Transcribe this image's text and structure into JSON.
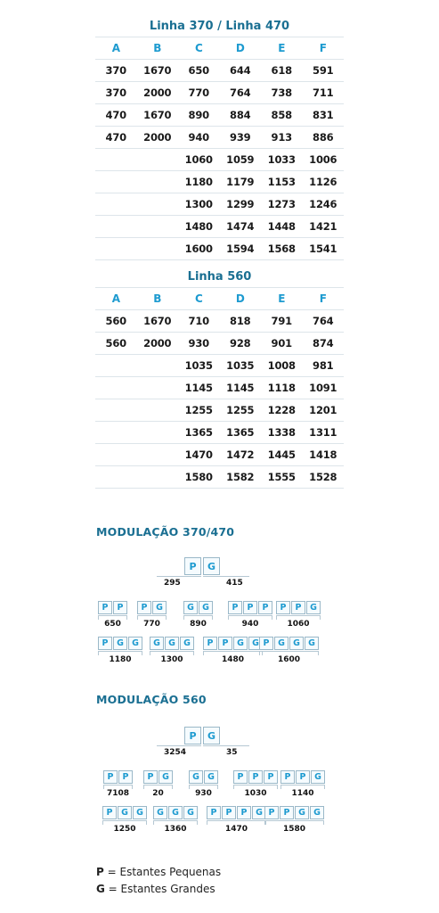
{
  "table1": {
    "title": "Linha 370 / Linha 470",
    "headers": [
      "A",
      "B",
      "C",
      "D",
      "E",
      "F"
    ],
    "rows": [
      [
        "370",
        "1670",
        "650",
        "644",
        "618",
        "591"
      ],
      [
        "370",
        "2000",
        "770",
        "764",
        "738",
        "711"
      ],
      [
        "470",
        "1670",
        "890",
        "884",
        "858",
        "831"
      ],
      [
        "470",
        "2000",
        "940",
        "939",
        "913",
        "886"
      ],
      [
        "",
        "",
        "1060",
        "1059",
        "1033",
        "1006"
      ],
      [
        "",
        "",
        "1180",
        "1179",
        "1153",
        "1126"
      ],
      [
        "",
        "",
        "1300",
        "1299",
        "1273",
        "1246"
      ],
      [
        "",
        "",
        "1480",
        "1474",
        "1448",
        "1421"
      ],
      [
        "",
        "",
        "1600",
        "1594",
        "1568",
        "1541"
      ]
    ]
  },
  "table2": {
    "title": "Linha 560",
    "headers": [
      "A",
      "B",
      "C",
      "D",
      "E",
      "F"
    ],
    "rows": [
      [
        "560",
        "1670",
        "710",
        "818",
        "791",
        "764"
      ],
      [
        "560",
        "2000",
        "930",
        "928",
        "901",
        "874"
      ],
      [
        "",
        "",
        "1035",
        "1035",
        "1008",
        "981"
      ],
      [
        "",
        "",
        "1145",
        "1145",
        "1118",
        "1091"
      ],
      [
        "",
        "",
        "1255",
        "1255",
        "1228",
        "1201"
      ],
      [
        "",
        "",
        "1365",
        "1365",
        "1338",
        "1311"
      ],
      [
        "",
        "",
        "1470",
        "1472",
        "1445",
        "1418"
      ],
      [
        "",
        "",
        "1580",
        "1582",
        "1555",
        "1528"
      ]
    ]
  },
  "mod370": {
    "title": "MODULAÇÃO 370/470",
    "top": {
      "boxes": [
        "P",
        "G"
      ],
      "left_label": "295",
      "right_label": "415"
    },
    "row1": [
      {
        "boxes": [
          "P",
          "P"
        ],
        "label": "650"
      },
      {
        "boxes": [
          "P",
          "G"
        ],
        "label": "770"
      },
      {
        "boxes": [
          "G",
          "G"
        ],
        "label": "890"
      },
      {
        "boxes": [
          "P",
          "P",
          "P"
        ],
        "label": "940"
      },
      {
        "boxes": [
          "P",
          "P",
          "G"
        ],
        "label": "1060"
      }
    ],
    "row2": [
      {
        "boxes": [
          "P",
          "G",
          "G"
        ],
        "label": "1180"
      },
      {
        "boxes": [
          "G",
          "G",
          "G"
        ],
        "label": "1300"
      },
      {
        "boxes": [
          "P",
          "P",
          "G",
          "G"
        ],
        "label": "1480"
      },
      {
        "boxes": [
          "P",
          "G",
          "G",
          "G"
        ],
        "label": "1600"
      }
    ]
  },
  "mod560": {
    "title": "MODULAÇÃO 560",
    "top": {
      "boxes": [
        "P",
        "G"
      ],
      "left_label": "3254",
      "right_label": "35"
    },
    "row1": [
      {
        "boxes": [
          "P",
          "P"
        ],
        "label": "7108"
      },
      {
        "boxes": [
          "P",
          "G"
        ],
        "label": "20"
      },
      {
        "boxes": [
          "G",
          "G"
        ],
        "label": "930"
      },
      {
        "boxes": [
          "P",
          "P",
          "P"
        ],
        "label": "1030"
      },
      {
        "boxes": [
          "P",
          "P",
          "G"
        ],
        "label": "1140"
      }
    ],
    "row2": [
      {
        "boxes": [
          "P",
          "G",
          "G"
        ],
        "label": "1250"
      },
      {
        "boxes": [
          "G",
          "G",
          "G"
        ],
        "label": "1360"
      },
      {
        "boxes": [
          "P",
          "P",
          "P",
          "G"
        ],
        "label": "1470"
      },
      {
        "boxes": [
          "P",
          "P",
          "G",
          "G"
        ],
        "label": "1580"
      }
    ]
  },
  "legend": {
    "p_key": "P",
    "p_text": " = Estantes Pequenas",
    "g_key": "G",
    "g_text": " = Estantes Grandes"
  },
  "colors": {
    "accent": "#1a6f92",
    "light_accent": "#1e9bd0",
    "rule": "#dde5ea"
  }
}
